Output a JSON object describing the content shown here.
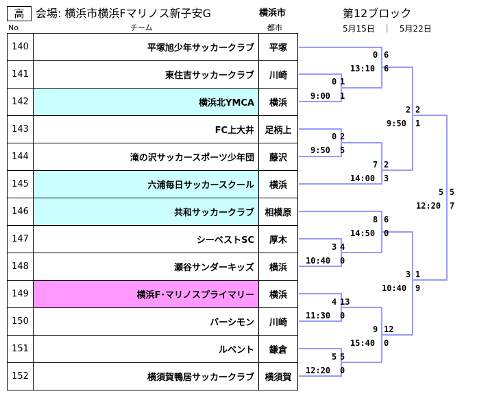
{
  "header": {
    "level_badge": "高",
    "venue": "会場: 横浜市横浜Fマリノス新子安G",
    "city": "横浜市",
    "block": "第12ブロック",
    "dates": "5月15日　｜　5月22日",
    "col_no": "No",
    "col_team": "チーム",
    "col_city": "都市"
  },
  "teams": [
    {
      "no": "140",
      "name": "平塚旭少年サッカークラブ",
      "city": "平塚",
      "highlight": ""
    },
    {
      "no": "141",
      "name": "東住吉サッカークラブ",
      "city": "川崎",
      "highlight": ""
    },
    {
      "no": "142",
      "name": "横浜北YMCA",
      "city": "横浜",
      "highlight": "cyan"
    },
    {
      "no": "143",
      "name": "FC上大井",
      "city": "足柄上",
      "highlight": ""
    },
    {
      "no": "144",
      "name": "滝の沢サッカースポーツ少年団",
      "city": "藤沢",
      "highlight": ""
    },
    {
      "no": "145",
      "name": "六浦毎日サッカースクール",
      "city": "横浜",
      "highlight": "cyan"
    },
    {
      "no": "146",
      "name": "共和サッカークラブ",
      "city": "相模原",
      "highlight": "cyan"
    },
    {
      "no": "147",
      "name": "シーベストSC",
      "city": "厚木",
      "highlight": ""
    },
    {
      "no": "148",
      "name": "瀬谷サンダーキッズ",
      "city": "横浜",
      "highlight": ""
    },
    {
      "no": "149",
      "name": "横浜F･マリノスプライマリー",
      "city": "横浜",
      "highlight": "pink"
    },
    {
      "no": "150",
      "name": "バーシモン",
      "city": "川崎",
      "highlight": ""
    },
    {
      "no": "151",
      "name": "ルベント",
      "city": "鎌倉",
      "highlight": ""
    },
    {
      "no": "152",
      "name": "横須賀鴨居サッカークラブ",
      "city": "横須賀",
      "highlight": ""
    }
  ],
  "matches": {
    "m1": {
      "time": "9:00",
      "score_top": "1",
      "score_bottom": "1"
    },
    "m2": {
      "time": "13:10",
      "score_top": "6",
      "score_bottom": "6"
    },
    "m3": {
      "time": "9:50",
      "score_top": "2",
      "score_bottom": "5"
    },
    "m4": {
      "time": "14:00",
      "score_top": "7",
      "score_bottom": "3"
    },
    "m5": {
      "time": "10:40",
      "score_top": "3",
      "score_bottom": "0"
    },
    "m6": {
      "time": "14:50",
      "score_top": "8",
      "score_bottom": "0"
    },
    "m7": {
      "time": "11:30",
      "score_top": "4",
      "score_bottom": "0"
    },
    "m8": {
      "time": "12:20",
      "score_top": "5",
      "score_bottom": "0"
    },
    "m9": {
      "time": "15:40",
      "score_top": "9",
      "score_bottom": "0"
    },
    "m10": {
      "time": "9:50",
      "score_top": "2",
      "score_bottom": "1"
    },
    "m11": {
      "time": "10:40",
      "score_top": "3",
      "score_bottom": "9"
    },
    "m12": {
      "time": "12:20",
      "score_top": "5",
      "score_bottom": "7"
    }
  },
  "winner_scores": {
    "m1": "0",
    "m3": "0",
    "m5": "4",
    "m7": "13",
    "m8": "5",
    "m2": "0",
    "m4": "2",
    "m6": "6",
    "m9": "12",
    "m10": "2",
    "m11": "1"
  },
  "colors": {
    "bracket": "#9999ff",
    "cyan": "#ccffff",
    "pink": "#ff99ff"
  }
}
